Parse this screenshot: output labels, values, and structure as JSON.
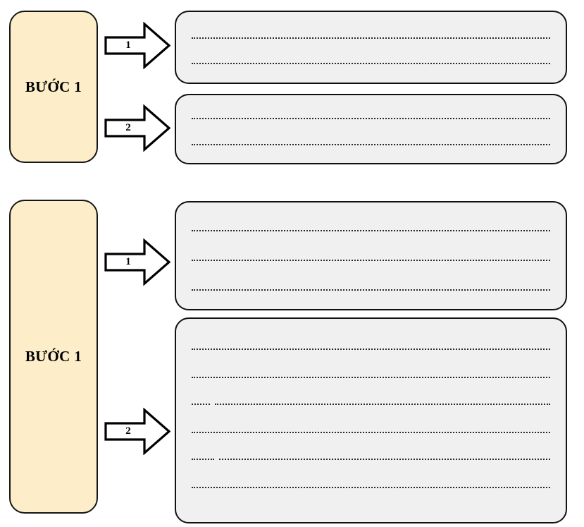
{
  "document": {
    "title": "Phiếu học tập - sơ đồ các bước",
    "background_color": "#ffffff"
  },
  "colors": {
    "step_box_fill": "#fdeec9",
    "step_box_border": "#151515",
    "content_box_fill": "#f0f0f0",
    "content_box_border": "#111111",
    "dot_color": "#2a2a2a",
    "arrow_fill": "#ffffff",
    "arrow_border": "#000000"
  },
  "groups": [
    {
      "step": {
        "label": "BƯỚC 1"
      },
      "rows": [
        {
          "arrow": {
            "number": "1",
            "icon": "right-block-arrow-icon"
          },
          "content": {
            "lines": [
              {
                "type": "full"
              },
              {
                "type": "full"
              }
            ]
          }
        },
        {
          "arrow": {
            "number": "2",
            "icon": "right-block-arrow-icon"
          },
          "content": {
            "lines": [
              {
                "type": "full"
              },
              {
                "type": "full"
              }
            ]
          }
        }
      ]
    },
    {
      "step": {
        "label": "BƯỚC 1"
      },
      "rows": [
        {
          "arrow": {
            "number": "1",
            "icon": "right-block-arrow-icon"
          },
          "content": {
            "lines": [
              {
                "type": "full"
              },
              {
                "type": "full"
              },
              {
                "type": "full"
              }
            ]
          }
        },
        {
          "arrow": {
            "number": "2",
            "icon": "right-block-arrow-icon"
          },
          "content": {
            "lines": [
              {
                "type": "full"
              },
              {
                "type": "full"
              },
              {
                "type": "split",
                "lead_width": 26
              },
              {
                "type": "full"
              },
              {
                "type": "split",
                "lead_width": 32
              },
              {
                "type": "full"
              }
            ]
          }
        }
      ]
    }
  ]
}
